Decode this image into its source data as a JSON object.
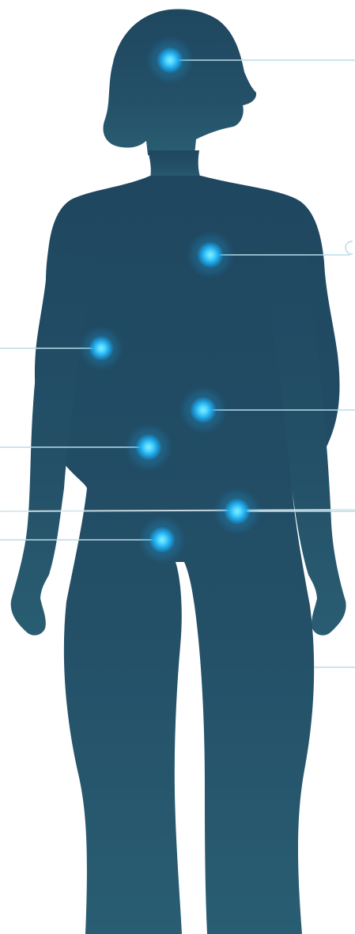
{
  "colors": {
    "page_background": "#ffffff",
    "silhouette_top": "#1f4760",
    "silhouette_bottom": "#295d72",
    "hotspot_core": "#6fe1ff",
    "hotspot_glow": "#1ba7ea",
    "leader_line": "#b9dceb"
  },
  "figure": {
    "type": "female-body-silhouette",
    "view": "front"
  },
  "hotspots": [
    {
      "id": "head",
      "leader": "right"
    },
    {
      "id": "upper-chest",
      "leader": "right"
    },
    {
      "id": "left-side-waist",
      "leader": "left"
    },
    {
      "id": "mid-abdomen",
      "leader": "right"
    },
    {
      "id": "lower-abdomen-left",
      "leader": "left"
    },
    {
      "id": "right-hip",
      "leader": "right"
    },
    {
      "id": "pelvis",
      "leader": "left"
    }
  ]
}
